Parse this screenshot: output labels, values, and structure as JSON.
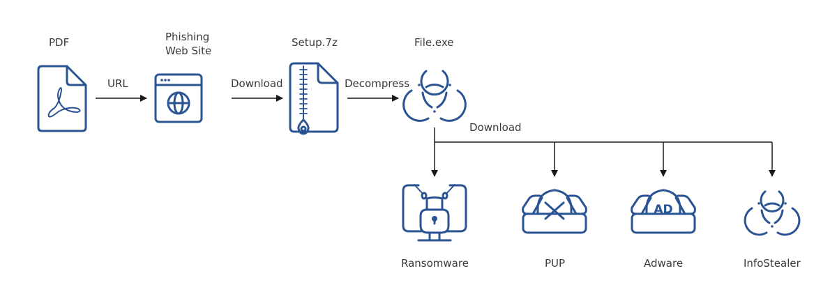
{
  "diagram": {
    "nodes": {
      "pdf": {
        "label": "PDF",
        "icon": "pdf-file-icon"
      },
      "phishing": {
        "label_line1": "Phishing",
        "label_line2": "Web Site",
        "icon": "browser-globe-icon"
      },
      "setup": {
        "label": "Setup.7z",
        "icon": "zip-archive-icon"
      },
      "file": {
        "label": "File.exe",
        "icon": "biohazard-icon"
      },
      "ransomware": {
        "label": "Ransomware",
        "icon": "monitor-lock-icon"
      },
      "pup": {
        "label": "PUP",
        "icon": "pup-gauge-icon"
      },
      "adware": {
        "label": "Adware",
        "icon": "adware-ad-icon"
      },
      "infostealer": {
        "label": "InfoStealer",
        "icon": "biohazard-icon"
      }
    },
    "edges": {
      "url": "URL",
      "download1": "Download",
      "decompress": "Decompress",
      "download2": "Download"
    },
    "colors": {
      "icon": "#2a5394",
      "arrow": "#1a1a1a",
      "text": "#3a3a3a"
    }
  }
}
